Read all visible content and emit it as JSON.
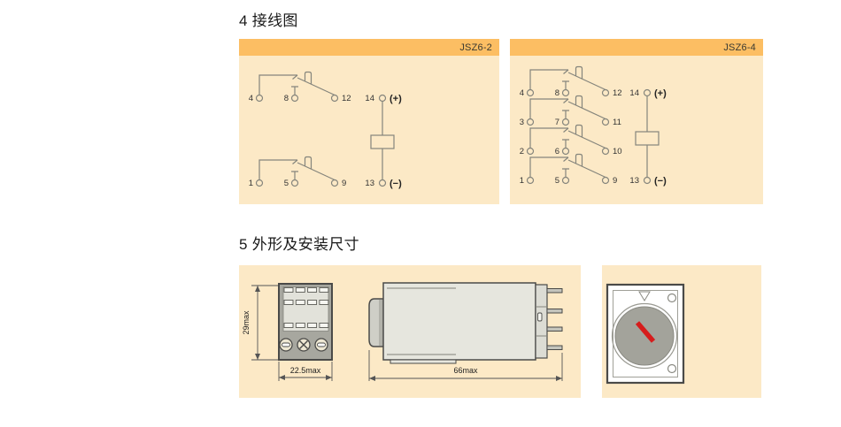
{
  "colors": {
    "panel_header_bg": "#fcbe63",
    "panel_body_bg": "#fce9c6",
    "diagram_line": "#85857c",
    "indicator_red": "#d61c1c"
  },
  "section4": {
    "title": "4 接线图",
    "panel1": {
      "label": "JSZ6-2",
      "r1": [
        "4",
        "8",
        "12"
      ],
      "r2": [
        "1",
        "5",
        "9"
      ],
      "coil_top": "14",
      "coil_top_sign": "(+)",
      "coil_bottom": "13",
      "coil_bottom_sign": "(−)"
    },
    "panel2": {
      "label": "JSZ6-4",
      "r1": [
        "4",
        "8",
        "12"
      ],
      "r2": [
        "3",
        "7",
        "11"
      ],
      "r3": [
        "2",
        "6",
        "10"
      ],
      "r4": [
        "1",
        "5",
        "9"
      ],
      "coil_top": "14",
      "coil_top_sign": "(+)",
      "coil_bottom": "13",
      "coil_bottom_sign": "(−)"
    }
  },
  "section5": {
    "title": "5 外形及安装尺寸",
    "front_view": {
      "height_dim": "29max",
      "width_dim": "22.5max"
    },
    "side_view": {
      "length_dim": "66max"
    }
  }
}
